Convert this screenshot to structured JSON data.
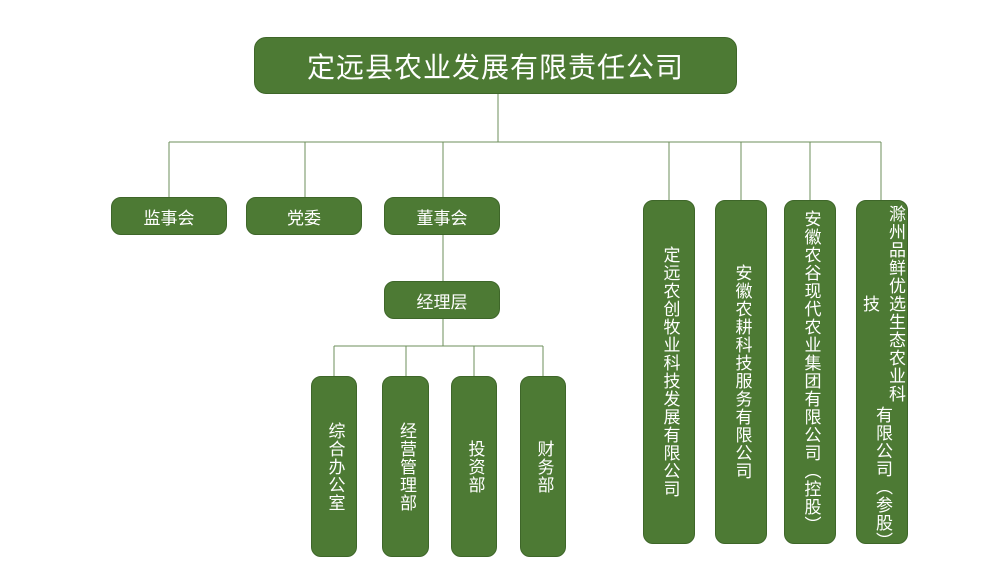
{
  "colors": {
    "box_fill": "#4d7a34",
    "box_text": "#ffffff",
    "connector": "#6d8f5b"
  },
  "top": {
    "title": "定远县农业发展有限责任公司"
  },
  "board": {
    "supervisory": "监事会",
    "party": "党委",
    "directors": "董事会"
  },
  "management": {
    "label": "经理层"
  },
  "departments": {
    "office": "综合办公室",
    "operations": "经营管理部",
    "investment": "投资部",
    "finance": "财务部"
  },
  "subsidiaries": {
    "dingyuan_nongchuang": "定远农创牧业科技发展有限公司",
    "anhui_nonggeng": "安徽农耕科技服务有限公司",
    "anhui_nonggu": "安徽农谷现代农业集团有限公司（控股）",
    "chuzhou_pinxian_line1": "滁州品鲜优选生态农业科技",
    "chuzhou_pinxian_line2": "有限公司（参股）"
  }
}
